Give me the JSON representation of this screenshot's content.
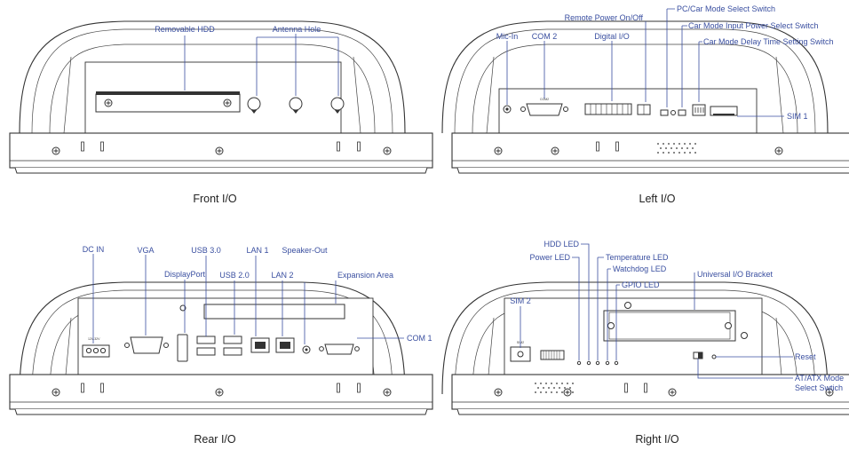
{
  "panels": {
    "front": {
      "caption": "Front I/O",
      "labels": {
        "removable_hdd": "Removable HDD",
        "antenna_hole": "Antenna Hole"
      }
    },
    "left": {
      "caption": "Left I/O",
      "labels": {
        "mic_in": "Mic-In",
        "com2": "COM 2",
        "digital_io": "Digital I/O",
        "remote_power": "Remote Power On/Off",
        "pc_car_mode": "PC/Car Mode Select Switch",
        "car_input_power": "Car Mode Input Power Select Switch",
        "car_delay": "Car Mode Delay Time Setting Switch",
        "sim1": "SIM 1"
      }
    },
    "rear": {
      "caption": "Rear I/O",
      "labels": {
        "dc_in": "DC IN",
        "vga": "VGA",
        "displayport": "DisplayPort",
        "usb30": "USB 3.0",
        "usb20": "USB 2.0",
        "lan1": "LAN 1",
        "lan2": "LAN 2",
        "speaker_out": "Speaker-Out",
        "expansion": "Expansion Area",
        "com1": "COM 1"
      }
    },
    "right": {
      "caption": "Right I/O",
      "labels": {
        "sim2": "SIM 2",
        "hdd_led": "HDD LED",
        "power_led": "Power LED",
        "temp_led": "Temperature LED",
        "watchdog_led": "Watchdog LED",
        "gpio_led": "GPIO LED",
        "universal_bracket": "Universal I/O Bracket",
        "reset": "Reset",
        "at_atx_1": "AT/ATX Mode",
        "at_atx_2": "Select Swtich"
      }
    }
  }
}
